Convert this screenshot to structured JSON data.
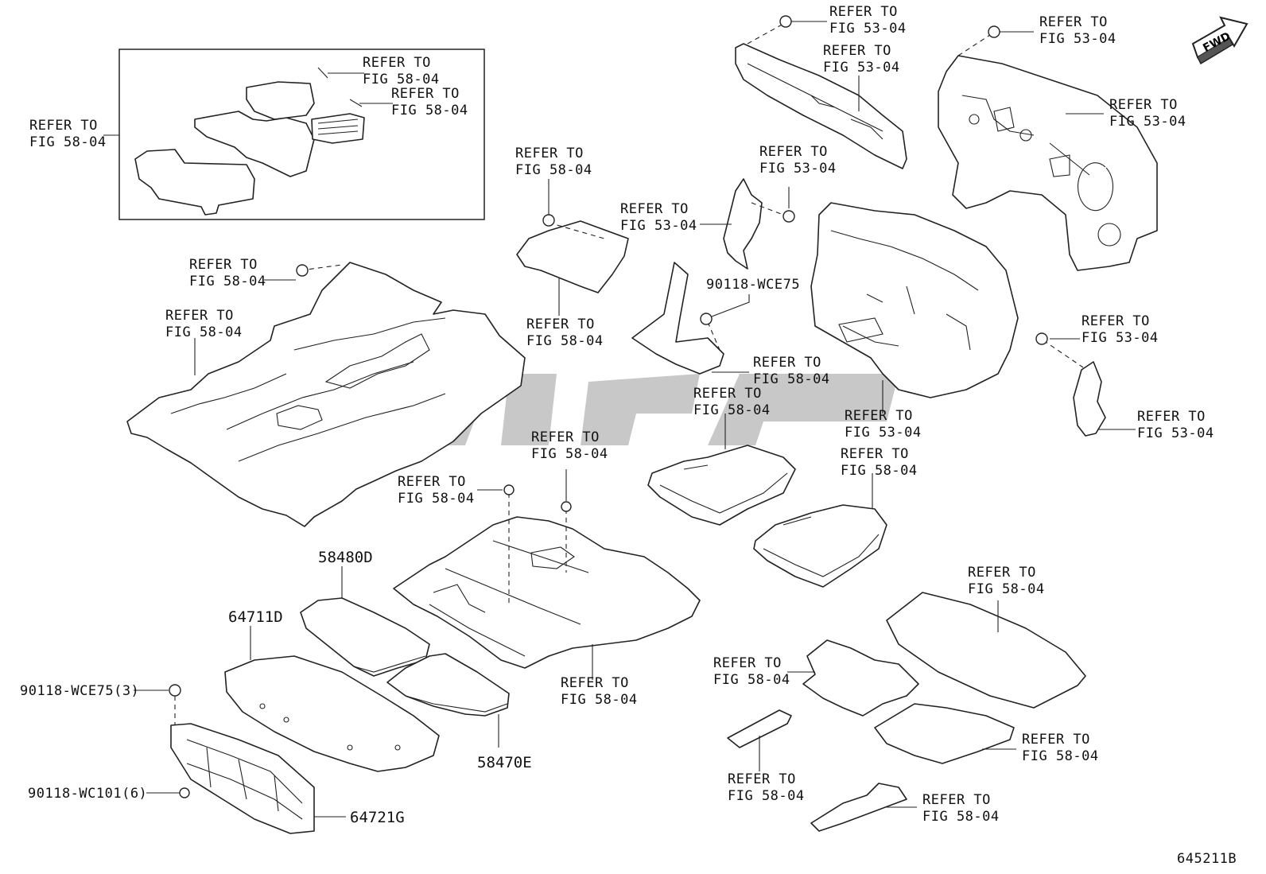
{
  "drawing": {
    "code": "645211B",
    "fwd_label": "FWD"
  },
  "callouts": [
    {
      "id": "c01",
      "line1": "REFER TO",
      "line2": "FIG 58-04"
    },
    {
      "id": "c02",
      "line1": "REFER TO",
      "line2": "FIG 58-04"
    },
    {
      "id": "c03",
      "line1": "REFER TO",
      "line2": "FIG 58-04"
    },
    {
      "id": "c04",
      "line1": "REFER TO",
      "line2": "FIG 53-04"
    },
    {
      "id": "c05",
      "line1": "REFER TO",
      "line2": "FIG 53-04"
    },
    {
      "id": "c06",
      "line1": "REFER TO",
      "line2": "FIG 53-04"
    },
    {
      "id": "c07",
      "line1": "REFER TO",
      "line2": "FIG 53-04"
    },
    {
      "id": "c08",
      "line1": "REFER TO",
      "line2": "FIG 58-04"
    },
    {
      "id": "c09",
      "line1": "REFER TO",
      "line2": "FIG 53-04"
    },
    {
      "id": "c10",
      "line1": "REFER TO",
      "line2": "FIG 53-04"
    },
    {
      "id": "c11",
      "line1": "REFER TO",
      "line2": "FIG 58-04"
    },
    {
      "id": "c12",
      "line1": "REFER TO",
      "line2": "FIG 58-04"
    },
    {
      "id": "c13",
      "line1": "REFER TO",
      "line2": "FIG 58-04"
    },
    {
      "id": "c14",
      "line1": "REFER TO",
      "line2": "FIG 58-04"
    },
    {
      "id": "c15",
      "line1": "REFER TO",
      "line2": "FIG 58-04"
    },
    {
      "id": "c16",
      "line1": "REFER TO",
      "line2": "FIG 53-04"
    },
    {
      "id": "c17",
      "line1": "REFER TO",
      "line2": "FIG 53-04"
    },
    {
      "id": "c18",
      "line1": "REFER TO",
      "line2": "FIG 53-04"
    },
    {
      "id": "c19",
      "line1": "REFER TO",
      "line2": "FIG 58-04"
    },
    {
      "id": "c20",
      "line1": "REFER TO",
      "line2": "FIG 58-04"
    },
    {
      "id": "c21",
      "line1": "REFER TO",
      "line2": "FIG 58-04"
    },
    {
      "id": "c22",
      "line1": "REFER TO",
      "line2": "FIG 58-04"
    },
    {
      "id": "c23",
      "line1": "REFER TO",
      "line2": "FIG 58-04"
    },
    {
      "id": "c24",
      "line1": "REFER TO",
      "line2": "FIG 58-04"
    },
    {
      "id": "c25",
      "line1": "REFER TO",
      "line2": "FIG 58-04"
    },
    {
      "id": "c26",
      "line1": "REFER TO",
      "line2": "FIG 58-04"
    },
    {
      "id": "c27",
      "line1": "REFER TO",
      "line2": "FIG 58-04"
    }
  ],
  "parts": {
    "p58480d": "58480D",
    "p64711d": "64711D",
    "p58470e": "58470E",
    "p64721g": "64721G",
    "clip_wce75": "90118-WCE75",
    "clip_wce75_3": "90118-WCE75(3)",
    "clip_wc101_6": "90118-WC101(6)"
  }
}
